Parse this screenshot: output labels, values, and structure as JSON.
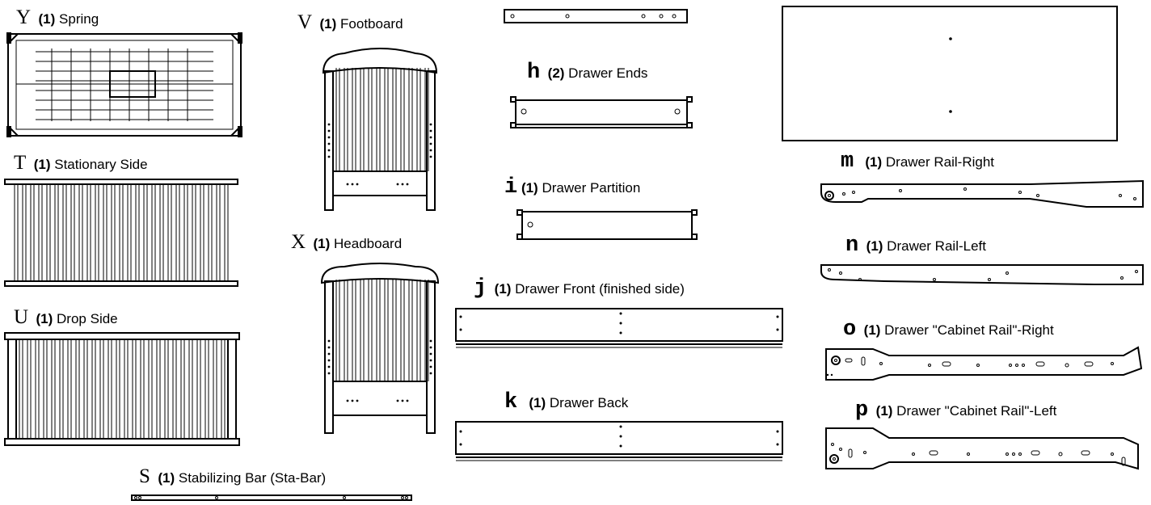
{
  "parts": [
    {
      "id": "Y",
      "qty": "(1)",
      "name": "Spring"
    },
    {
      "id": "T",
      "qty": "(1)",
      "name": "Stationary Side"
    },
    {
      "id": "U",
      "qty": "(1)",
      "name": "Drop  Side"
    },
    {
      "id": "V",
      "qty": "(1)",
      "name": "Footboard"
    },
    {
      "id": "X",
      "qty": "(1)",
      "name": "Headboard"
    },
    {
      "id": "S",
      "qty": "(1)",
      "name": "Stabilizing Bar (Sta-Bar)"
    },
    {
      "id": "h",
      "qty": "(2)",
      "name": "Drawer Ends"
    },
    {
      "id": "i",
      "qty": "(1)",
      "name": "Drawer Partition"
    },
    {
      "id": "j",
      "qty": "(1)",
      "name": "Drawer Front (finished side)"
    },
    {
      "id": "k",
      "qty": "(1)",
      "name": "Drawer  Back"
    },
    {
      "id": "m",
      "qty": "(1)",
      "name": "Drawer  Rail-Right"
    },
    {
      "id": "n",
      "qty": "(1)",
      "name": "Drawer Rail-Left"
    },
    {
      "id": "o",
      "qty": "(1)",
      "name": "Drawer \"Cabinet Rail\"-Right"
    },
    {
      "id": "p",
      "qty": "(1)",
      "name": "Drawer  \"Cabinet Rail\"-Left"
    }
  ]
}
